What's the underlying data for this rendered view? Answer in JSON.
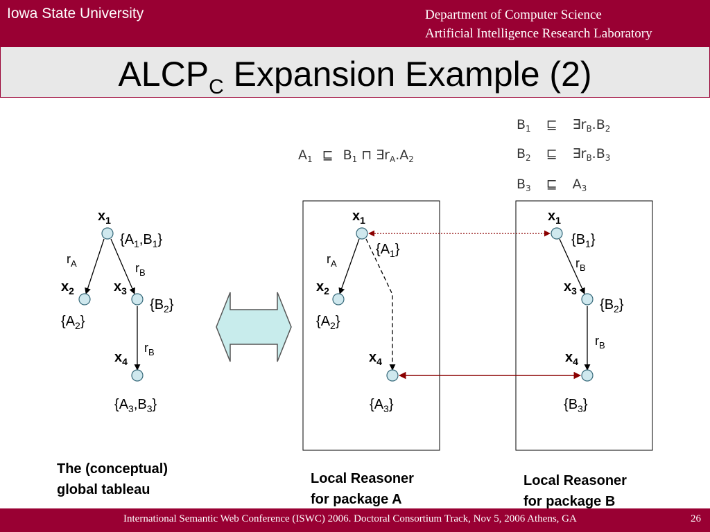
{
  "header": {
    "university": "Iowa State University",
    "department_line1": "Department of Computer Science",
    "department_line2": "Artificial Intelligence Research Laboratory"
  },
  "slide": {
    "title_main": "ALCP",
    "title_sub": "C",
    "title_rest": " Expansion Example (2)"
  },
  "axioms": {
    "a1": {
      "lhs": "A",
      "lhs_sub": "1",
      "rel": "⊑",
      "rhs_1": "B",
      "rhs_1_sub": "1",
      "rhs_op": " ⊓ ∃r",
      "rhs_op_sub": "A",
      "rhs_2": ".A",
      "rhs_2_sub": "2"
    },
    "b1": {
      "lhs": "B",
      "lhs_sub": "1",
      "rel": "⊑",
      "rhs_1": "∃r",
      "rhs_1_sub": "B",
      "rhs_2": ".B",
      "rhs_2_sub": "2"
    },
    "b2": {
      "lhs": "B",
      "lhs_sub": "2",
      "rel": "⊑",
      "rhs_1": "∃r",
      "rhs_1_sub": "B",
      "rhs_2": ".B",
      "rhs_2_sub": "3"
    },
    "b3": {
      "lhs": "B",
      "lhs_sub": "3",
      "rel": "⊑",
      "rhs_1": "A",
      "rhs_1_sub": "3"
    }
  },
  "global": {
    "x": "x",
    "s1": "1",
    "s2": "2",
    "s3": "3",
    "s4": "4",
    "A": "A",
    "B": "B",
    "brace_open": "{",
    "brace_close": "}",
    "comma": ",",
    "r": "r",
    "rA": "A",
    "rB": "B",
    "caption_line1": "The (conceptual)",
    "caption_line2": "global tableau"
  },
  "local_a": {
    "caption_line1": "Local Reasoner",
    "caption_line2": "for package A"
  },
  "local_b": {
    "caption_line1": "Local Reasoner",
    "caption_line2": "for package B"
  },
  "footer": {
    "conference": "International Semantic Web Conference (ISWC) 2006. Doctoral Consortium Track, Nov 5, 2006 Athens, GA",
    "page_number": "26"
  },
  "colors": {
    "brand": "#990033",
    "node_fill": "#cfe8ee",
    "arrow_fill": "#c8ecec",
    "link": "#8b0000"
  }
}
